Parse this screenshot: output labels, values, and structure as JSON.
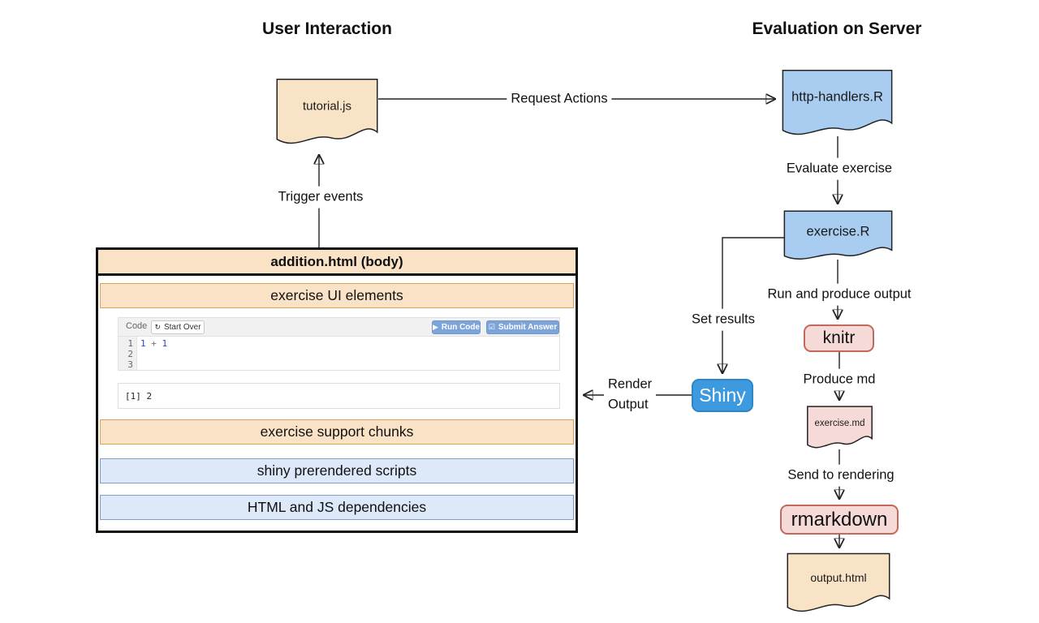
{
  "titles": {
    "left": "User Interaction",
    "right": "Evaluation on Server"
  },
  "nodes": {
    "tutorial_js": "tutorial.js",
    "http_handlers": "http-handlers.R",
    "exercise_r": "exercise.R",
    "knitr": "knitr",
    "exercise_md": "exercise.md",
    "rmarkdown": "rmarkdown",
    "output_html": "output.html",
    "shiny": "Shiny"
  },
  "edges": {
    "request_actions": "Request Actions",
    "evaluate_exercise": "Evaluate exercise",
    "run_and_produce_output": "Run and produce output",
    "produce_md": "Produce md",
    "send_to_rendering": "Send to rendering",
    "set_results": "Set results",
    "trigger_events": "Trigger events",
    "render_output_line1": "Render",
    "render_output_line2": "Output"
  },
  "addition_box": {
    "header": "addition.html (body)",
    "rows": [
      {
        "label": "exercise UI elements"
      },
      {
        "label": "exercise support chunks"
      },
      {
        "label": "shiny prerendered scripts"
      },
      {
        "label": "HTML and JS dependencies"
      }
    ]
  },
  "code_widget": {
    "toolbar": {
      "code_label": "Code",
      "start_over": "Start Over",
      "run_code": "Run Code",
      "submit_answer": "Submit Answer"
    },
    "editor": {
      "gutter": [
        "1",
        "2",
        "3"
      ],
      "tokens": {
        "n1": "1",
        "op": " + ",
        "n2": "1"
      }
    },
    "output": "[1] 2"
  },
  "icons": {
    "start_over": "↻",
    "run_code": "▶",
    "submit_answer": "☑"
  },
  "colors": {
    "doc_tan": "#f9e3c6",
    "doc_blue": "#a9cdf1",
    "doc_pink": "#f6dad7",
    "pill_pink_border": "#c2685d",
    "shiny_blue": "#3e9ade",
    "row_tan": "#f9e2c5",
    "row_tan_border": "#dba354",
    "row_blue": "#dde9f8",
    "row_blue_border": "#7f9fca",
    "button_blue": "#7da4d9"
  }
}
